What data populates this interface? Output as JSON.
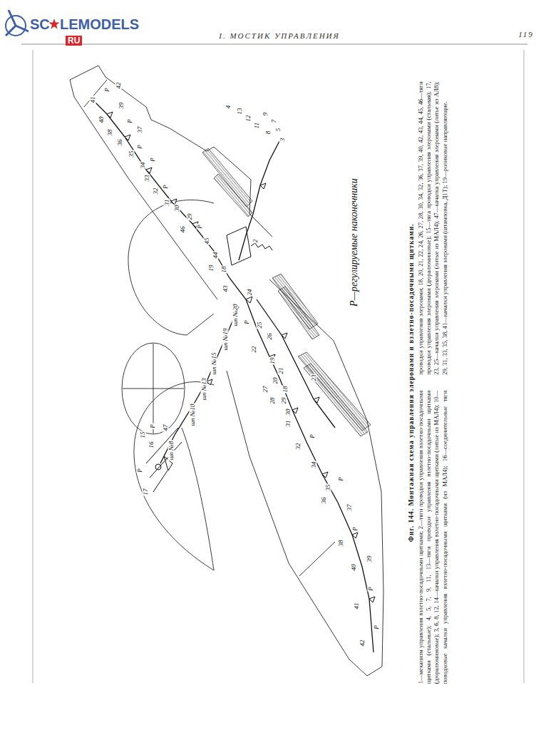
{
  "diagram": {
    "title": "Фиг. 144. Монтажная схема управления элеронами и взлетно-посадочными щитками.",
    "caption": "1—механизм управления взлетно-посадочными щитками; 2—тяги проводки управления взлетно-посадочными щитками (стальные); 4, 5, 7, 9, 11, 13—тяги проводки управления взлетно-посадочными щитками (дюралюминовые); 3, 6, 8, 12, 14—качалки управления взлетно-посадочными щитками (литые из МАЛ4); 10—поводковые качалки управления взлетно-посадочными щитками (из МАЛ4); 16—соединительные тяги проводки управления элеронами; 18, 20, 21, 22, 24, 26, 27, 28, 30, 34, 32, 36, 37, 39, 40, 42, 43, 44, 45, 46—тяги проводки управления элеронами (дюралюминовые); 15—тяга проводки управления элеронами (стальная); 17, 23, 25—качалки управления элеронами (литые из МАЛ4); 47—качалка управления элеронами (литье из АЛ8); 29, 31, 33, 35, 38, 41—качалки управления элеронами (штамповка, Д1Т); 19—роликовые направляющие.",
    "labels": [
      "SC",
      "LEMODELS",
      "RU",
      "I. МОСТИК УПРАВЛЕНИЯ",
      "119",
      "Р—регулируемые наконечники",
      "42",
      "Р",
      "41",
      "39",
      "40",
      "Р",
      "37",
      "38",
      "36",
      "Р",
      "35",
      "Р",
      "34",
      "33",
      "Р",
      "32",
      "31",
      "30",
      "29",
      "Р",
      "46",
      "45",
      "44",
      "19",
      "18",
      "4",
      "13",
      "12",
      "9",
      "7",
      "11",
      "5",
      "8",
      "3",
      "2",
      "24",
      "43",
      "шп №20",
      "Р",
      "25",
      "26",
      "22",
      "19",
      "21",
      "20",
      "18",
      "27",
      "28",
      "29",
      "30",
      "23",
      "31",
      "32",
      "Р",
      "34",
      "Р",
      "35",
      "36",
      "37",
      "Р",
      "38",
      "39",
      "40",
      "Р",
      "41",
      "Р",
      "42",
      "шп №19",
      "шп №15",
      "шп №13",
      "шп №10",
      "шп №8",
      "47",
      "Р",
      "15",
      "16",
      "Р",
      "17"
    ]
  }
}
